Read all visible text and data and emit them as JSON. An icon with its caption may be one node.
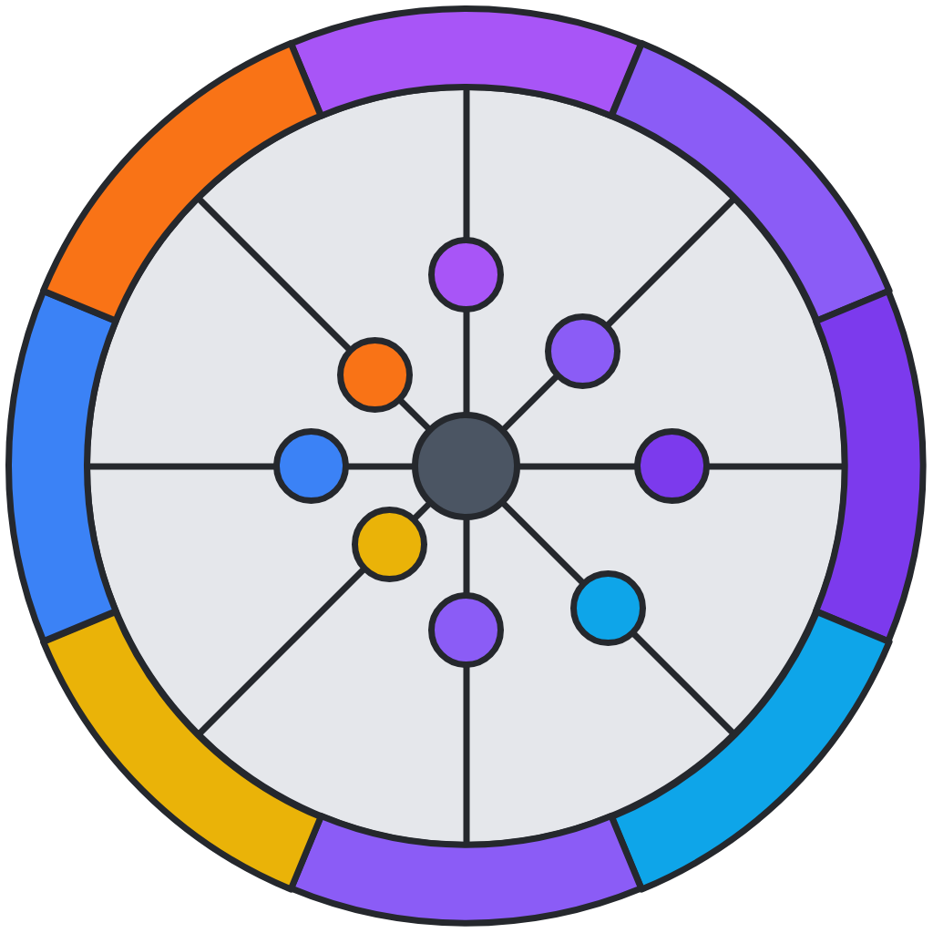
{
  "diagram": {
    "nodes": [
      {
        "text": [],
        "shape": "circle"
      },
      {
        "text": [],
        "shape": "circle",
        "in": 0
      },
      {
        "text": [],
        "shape": "circle",
        "in": 0
      },
      {
        "text": [],
        "shape": "circle",
        "in": 0
      },
      {
        "text": [],
        "shape": "circle",
        "in": 0
      },
      {
        "text": [],
        "shape": "circle",
        "in": 0
      },
      {
        "text": [],
        "shape": "circle",
        "in": 0
      },
      {
        "text": [],
        "shape": "circle",
        "in": 0
      },
      {
        "text": [],
        "shape": "circle",
        "in": 0
      },
      {
        "text": [],
        "shape": "circle",
        "in": 0
      },
      {
        "text": [],
        "shape": "arc"
      },
      {
        "text": [],
        "shape": "arc"
      },
      {
        "text": [],
        "shape": "arc"
      },
      {
        "text": [],
        "shape": "arc"
      },
      {
        "text": [],
        "shape": "arc"
      },
      {
        "text": [],
        "shape": "arc"
      },
      {
        "text": [],
        "shape": "arc"
      },
      {
        "text": [],
        "shape": "arc"
      }
    ],
    "edges": [
      {
        "from": 1,
        "to": 2,
        "arrow": "none"
      },
      {
        "from": 1,
        "to": 3,
        "arrow": "none"
      },
      {
        "from": 1,
        "to": 4,
        "arrow": "none"
      },
      {
        "from": 1,
        "to": 5,
        "arrow": "none"
      },
      {
        "from": 1,
        "to": 6,
        "arrow": "none"
      },
      {
        "from": 1,
        "to": 7,
        "arrow": "none"
      },
      {
        "from": 1,
        "to": 8,
        "arrow": "none"
      },
      {
        "from": 1,
        "to": 9,
        "arrow": "none"
      },
      {
        "from": 2,
        "to": 10,
        "arrow": "none"
      },
      {
        "from": 3,
        "to": 11,
        "arrow": "none"
      },
      {
        "from": 4,
        "to": 12,
        "arrow": "none"
      },
      {
        "from": 5,
        "to": 13,
        "arrow": "none"
      },
      {
        "from": 6,
        "to": 14,
        "arrow": "none"
      },
      {
        "from": 7,
        "to": 15,
        "arrow": "none"
      },
      {
        "from": 8,
        "to": 16,
        "arrow": "none"
      },
      {
        "from": 9,
        "to": 17,
        "arrow": "none"
      }
    ]
  }
}
